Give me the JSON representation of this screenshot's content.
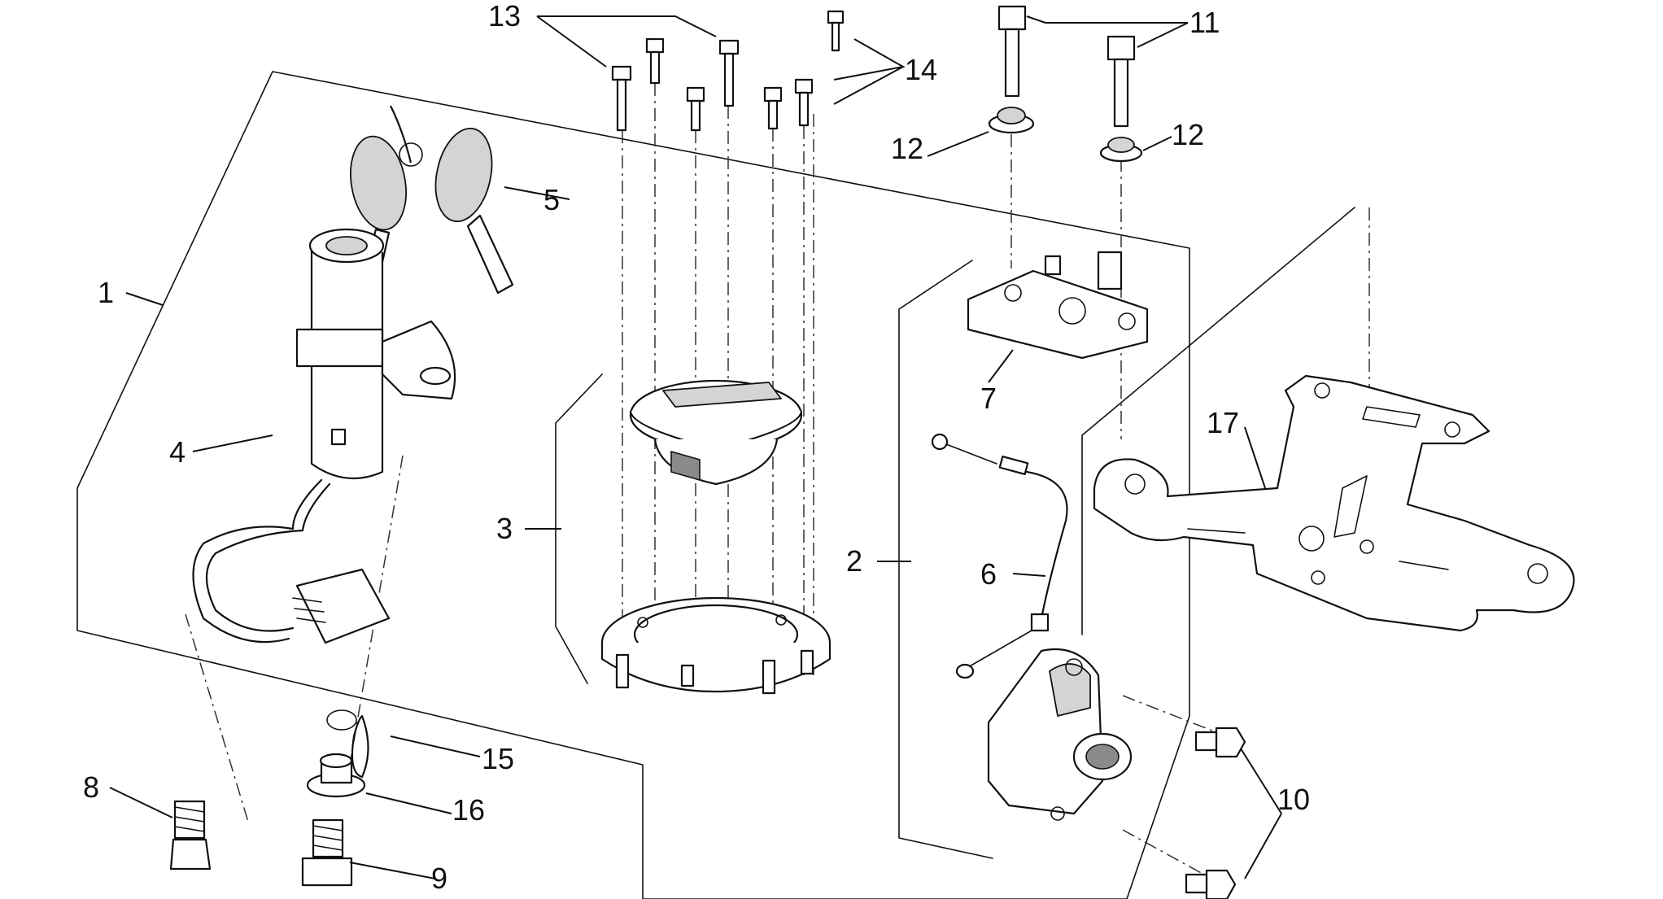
{
  "callouts": {
    "c1": "1",
    "c2": "2",
    "c3": "3",
    "c4": "4",
    "c5": "5",
    "c6": "6",
    "c7": "7",
    "c8": "8",
    "c9": "9",
    "c10": "10",
    "c11": "11",
    "c12a": "12",
    "c12b": "12",
    "c13": "13",
    "c14": "14",
    "c15": "15",
    "c16": "16",
    "c17": "17"
  },
  "colors": {
    "line": "#111111",
    "shade": "#d4d4d4",
    "background": "#ffffff"
  }
}
